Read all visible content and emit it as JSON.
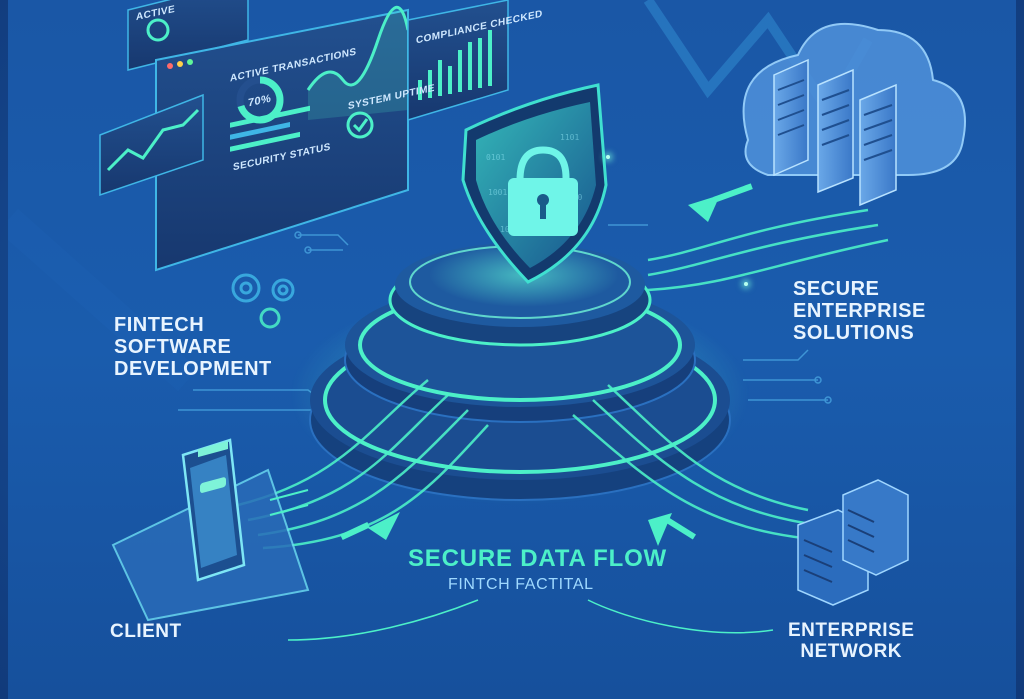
{
  "labels": {
    "fintech": "FINTECH\nSOFTWARE\nDEVELOPMENT",
    "secure_enterprise": "SECURE\nENTERPRISE\nSOLUTIONS",
    "client": "CLIENT",
    "enterprise_network": "ENTERPRISE\nNETWORK"
  },
  "flow": {
    "title": "SECURE DATA FLOW",
    "subtitle": "FINTCH FACTITAL"
  },
  "dashboard": {
    "active_top": "ACTIVE",
    "active_transactions": "ACTIVE TRANSACTIONS",
    "percent": "70%",
    "system_uptime": "SYSTEM UPTIME",
    "security_status": "SECURITY STATUS",
    "compliance": "COMPLIANCE CHECKED"
  },
  "colors": {
    "accent": "#4cf0c8",
    "background": "#1a57a6",
    "panel": "#1c3f7a"
  },
  "icons": [
    "shield-lock-icon",
    "cloud-server-icon",
    "smartphone-icon",
    "server-rack-icon",
    "gear-icon"
  ]
}
